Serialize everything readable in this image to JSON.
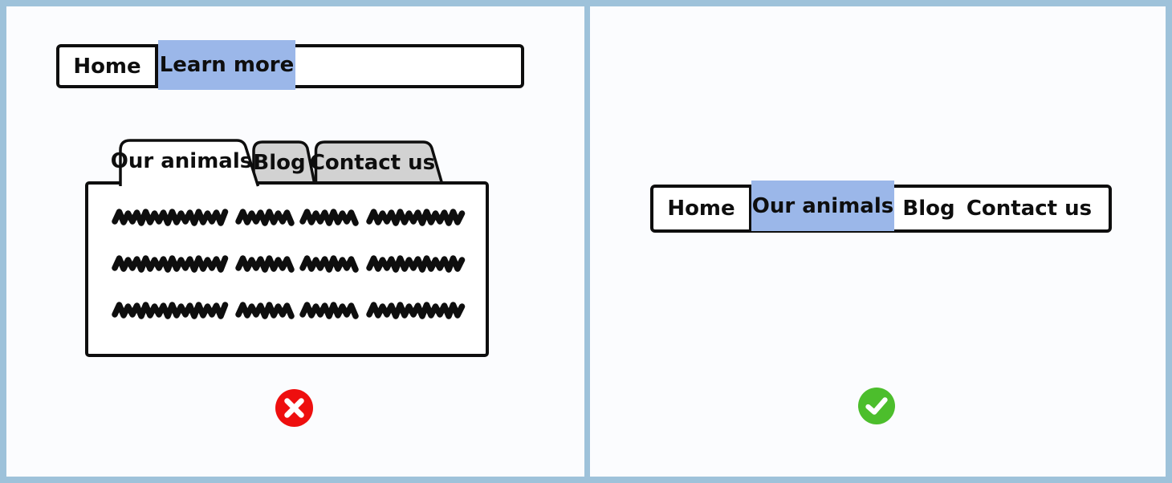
{
  "colors": {
    "frame": "#9EC2DA",
    "pane_bg": "#FBFCFE",
    "ink": "#0E0E0E",
    "highlight": "#9BB7E9",
    "tab_inactive": "#D2D2D2",
    "error": "#EE0F0F",
    "success": "#4CBE2C"
  },
  "panels": {
    "left": {
      "navbar": {
        "items": [
          {
            "label": "Home",
            "active": false
          },
          {
            "label": "Learn more",
            "active": true
          }
        ]
      },
      "tabs": {
        "items": [
          {
            "label": "Our animals",
            "active": true
          },
          {
            "label": "Blog",
            "active": false
          },
          {
            "label": "Contact us",
            "active": false
          }
        ]
      },
      "content": "placeholder-scribble-text",
      "verdict_icon": "x-circle-icon"
    },
    "right": {
      "navbar": {
        "items": [
          {
            "label": "Home",
            "active": false
          },
          {
            "label": "Our animals",
            "active": true
          },
          {
            "label": "Blog",
            "active": false
          },
          {
            "label": "Contact us",
            "active": false
          }
        ]
      },
      "verdict_icon": "check-circle-icon"
    }
  }
}
